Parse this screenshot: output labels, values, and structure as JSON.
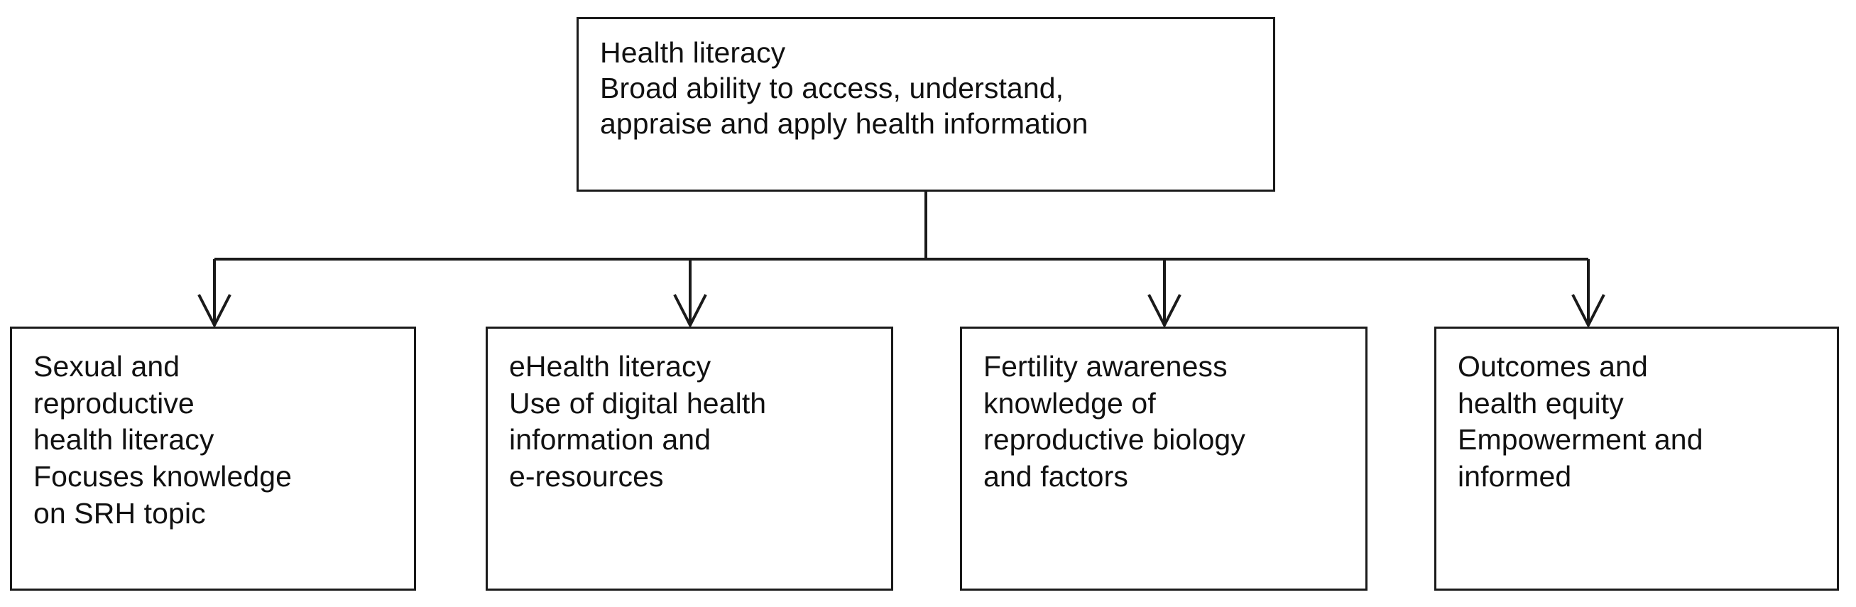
{
  "diagram": {
    "type": "hierarchy-tree",
    "orientation": "top-down",
    "background_color": "#ffffff",
    "line_color": "#1a1a1a",
    "text_color": "#111111",
    "root": {
      "title": "Health literacy",
      "description": "Broad ability to access, understand,\nappraise and apply health information",
      "text": "Health literacy\nBroad ability to access, understand,\nappraise and apply health information"
    },
    "children": [
      {
        "title": "Sexual and reproductive health literacy",
        "description": "Focuses knowledge on SRH topic",
        "text": "Sexual and\nreproductive\nhealth literacy\nFocuses knowledge\non SRH topic"
      },
      {
        "title": "eHealth literacy",
        "description": "Use of digital health information and e-resources",
        "text": "eHealth literacy\nUse of digital health\ninformation and\ne-resources"
      },
      {
        "title": "Fertility awareness",
        "description": "knowledge of reproductive biology and factors",
        "text": "Fertility awareness\nknowledge of\nreproductive biology\nand factors"
      },
      {
        "title": "Outcomes and health equity",
        "description": "Empowerment and informed",
        "text": "Outcomes and\nhealth equity\nEmpowerment and\ninformed"
      }
    ]
  }
}
